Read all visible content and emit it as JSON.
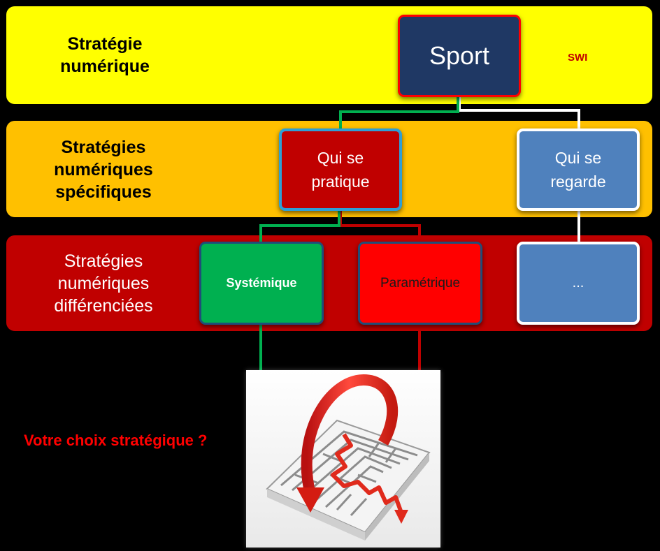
{
  "colors": {
    "background": "#000000",
    "band1": "#FFFF00",
    "band2": "#FFC000",
    "band3": "#C00000",
    "sport_fill": "#1F3864",
    "sport_border": "#FF0000",
    "pratique_fill": "#C00000",
    "pratique_border": "#2E9FD6",
    "regarde_fill": "#4F81BD",
    "systemique_fill": "#00B050",
    "parametrique_fill": "#FF0000",
    "swi_text": "#C00000",
    "question_text": "#FF0000",
    "line_green": "#00B050",
    "line_red": "#C00000",
    "line_white": "#FFFFFF"
  },
  "levels": {
    "level1_label": "Stratégie\nnumérique",
    "level2_label": "Stratégies\nnumériques\nspécifiques",
    "level3_label": "Stratégies\nnumériques\ndifférenciées"
  },
  "nodes": {
    "sport": "Sport",
    "swi": "SWI",
    "pratique": "Qui se\npratique",
    "regarde": "Qui se\nregarde",
    "systemique": "Systémique",
    "parametrique": "Paramétrique",
    "ellipsis": "..."
  },
  "question": "Votre choix stratégique ?",
  "image": {
    "icon": "maze-with-red-arrows-icon"
  }
}
